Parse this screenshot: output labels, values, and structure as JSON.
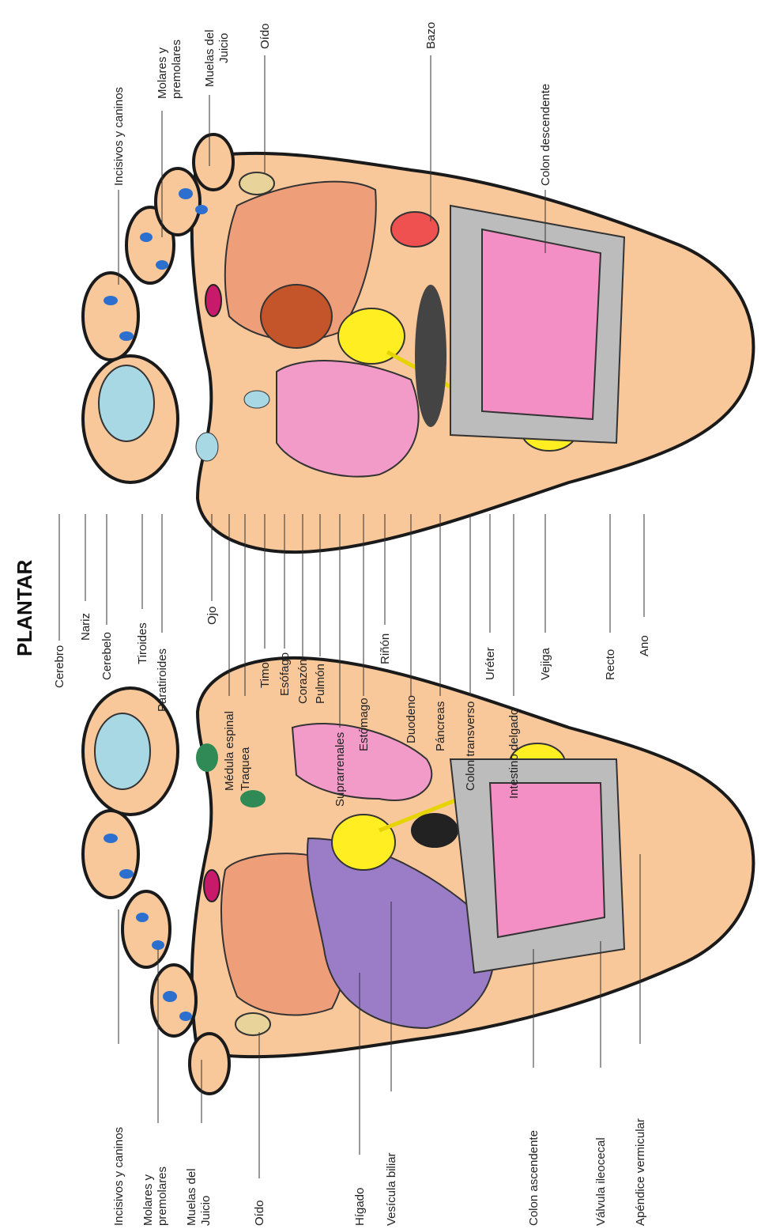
{
  "title": "PLANTAR",
  "colors": {
    "skin": "#f8c79a",
    "outline": "#1a1a1a",
    "brain": "#a8d8e4",
    "lung": "#ee9f79",
    "heart": "#c4542a",
    "liver": "#9a7dc6",
    "stomach": "#f29ac8",
    "intestine": "#f38fc4",
    "colon": "#bcbcbc",
    "pancreas": "#ffee22",
    "kidney": "#ef5050",
    "gland": "#2f8a55",
    "teeth": "#2d6fcf",
    "ear": "#e8d49b"
  },
  "labels": {
    "incisivos_izq": "Incisivos y caninos",
    "molares_izq_1": "Molares y",
    "molares_izq_2": "premolares",
    "muelas_izq_1": "Muelas del",
    "muelas_izq_2": "Juicio",
    "oido_izq": "Oído",
    "higado": "Hígado",
    "vesicula": "Vesícula biliar",
    "colon_ascendente": "Colon ascendente",
    "valvula": "Válvula ileocecal",
    "apendice": "Apéndice vermicular",
    "cerebro": "Cerebro",
    "nariz": "Nariz",
    "cerebelo": "Cerebelo",
    "tiroides": "Tiroides",
    "paratiroides": "Paratiroides",
    "ojo": "Ojo",
    "medula": "Médula espinal",
    "traquea": "Traquea",
    "timo": "Timo",
    "esofago": "Esófago",
    "corazon": "Corazón",
    "pulmon": "Pulmón",
    "suprarrenales": "Suprarrenales",
    "estomago": "Estómago",
    "rinon": "Riñón",
    "duodeno": "Duodeno",
    "pancreas": "Páncreas",
    "colon_transverso": "Colon transverso",
    "ureter": "Uréter",
    "intestino": "Intestino delgado",
    "vejiga": "Vejiga",
    "recto": "Recto",
    "ano": "Ano",
    "incisivos_der": "Incisivos y caninos",
    "molares_der_1": "Molares y",
    "molares_der_2": "premolares",
    "muelas_der_1": "Muelas del",
    "muelas_der_2": "Juicio",
    "oido_der": "Oído",
    "bazo": "Bazo",
    "colon_descendente": "Colon descendente"
  }
}
